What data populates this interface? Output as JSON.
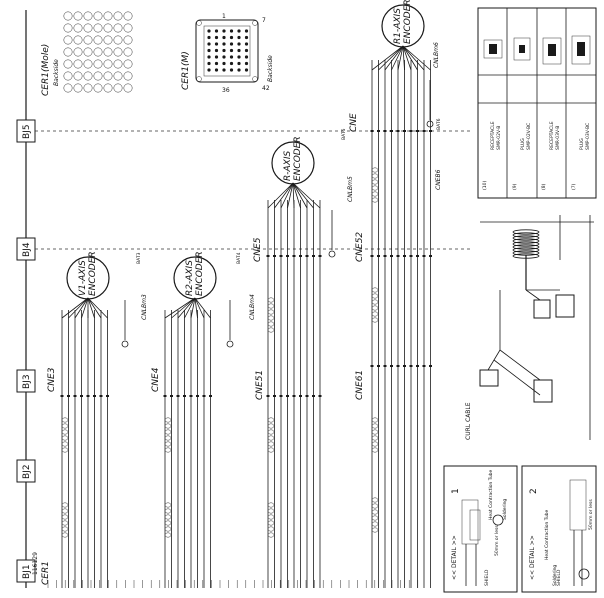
{
  "bj_labels": [
    "BJ5",
    "BJ4",
    "BJ3",
    "BJ2",
    "BJ1"
  ],
  "cer1_mole": {
    "title": "CER1(Mole)",
    "sub": "Backside"
  },
  "cer1_m": {
    "title": "CER1(M)",
    "sub": "Backside",
    "pins": [
      "1",
      "7",
      "36",
      "42"
    ]
  },
  "encoders": [
    {
      "id": "r1",
      "l1": "R1-AXIS",
      "l2": "ENCODER"
    },
    {
      "id": "r2",
      "l1": "R-AXIS",
      "l2": "ENCODER"
    },
    {
      "id": "v1",
      "l1": "V1-AXIS",
      "l2": "ENCODER"
    },
    {
      "id": "r2b",
      "l1": "R2-AXIS",
      "l2": "ENCODER"
    }
  ],
  "connector_refs": {
    "cnlbm6": "CNLBm6",
    "cnlbm5": "CNLBm5",
    "cnlbm4": "CNLBm4",
    "cnlbm3": "CNLBm3",
    "cne": "CNE",
    "cneb6": "CNEB6",
    "cne5": "CNE5",
    "cne52": "CNE52",
    "cne3": "CNE3",
    "cne4": "CNE4",
    "cne51": "CNE51",
    "cne61": "CNE61",
    "cer1": "CER1",
    "bat6": "BAT6",
    "bat5": "BAT5",
    "bat4": "BAT4",
    "bat3": "BAT3"
  },
  "dim_label": "116129",
  "cable_title": "CURL CABLE",
  "legend": [
    {
      "num": "(10)",
      "text1": "RECEPTACLE",
      "text2": "SMR-02V-B"
    },
    {
      "num": "(9)",
      "text1": "PLUG",
      "text2": "SMP-02V-BC"
    },
    {
      "num": "(8)",
      "text1": "RECEPTACLE",
      "text2": "SMR-03V-B"
    },
    {
      "num": "(7)",
      "text1": "PLUG",
      "text2": "SMP-03V-BC"
    }
  ],
  "details": [
    {
      "title": "<< DETAIL >>",
      "num": "1",
      "shield": "SHIELD",
      "heat": "Heat Contraction Tube",
      "soldering": "Soldering",
      "len": "50mm or less"
    },
    {
      "title": "<< DETAIL >>",
      "num": "2",
      "shield": "SHIELD",
      "heat": "Heat Contraction Tube",
      "soldering": "Soldering",
      "len": "50mm or less"
    }
  ]
}
